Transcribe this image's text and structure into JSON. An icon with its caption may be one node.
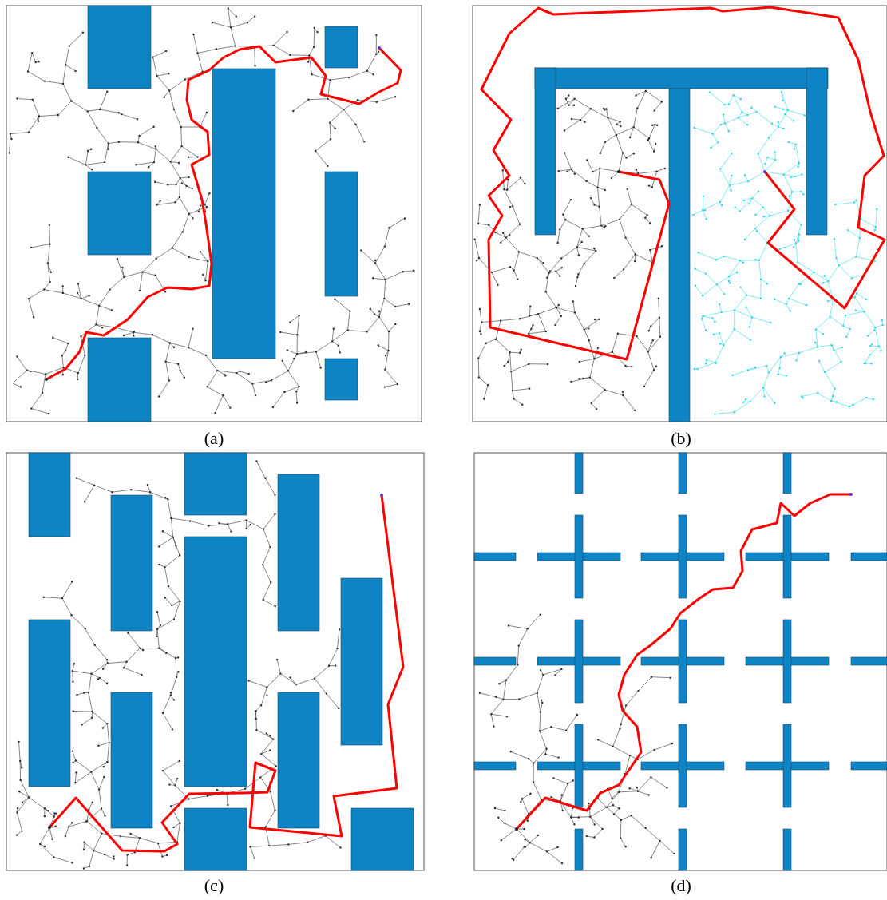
{
  "diagram": {
    "labels": [
      "(a)",
      "(b)",
      "(c)",
      "(d)"
    ]
  }
}
